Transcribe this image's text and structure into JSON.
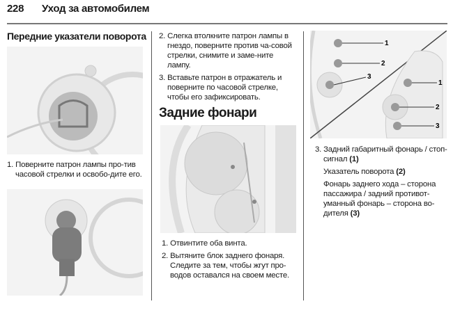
{
  "header": {
    "page_number": "228",
    "title": "Уход за автомобилем"
  },
  "col1": {
    "heading": "Передние указатели поворота",
    "steps": [
      {
        "num": "1.",
        "text": "Поверните патрон лампы про-тив часовой стрелки и освобо-дите его."
      }
    ]
  },
  "col2": {
    "steps_top": [
      {
        "num": "2.",
        "text": "Слегка втолкните патрон лампы в гнездо, поверните против ча-совой стрелки, снимите и заме-ните лампу."
      },
      {
        "num": "3.",
        "text": "Вставьте патрон в отражатель и поверните по часовой стрелке, чтобы его зафиксировать."
      }
    ],
    "heading": "Задние фонари",
    "steps_bottom": [
      {
        "num": "1.",
        "text": "Отвинтите оба винта."
      },
      {
        "num": "2.",
        "text": "Вытяните блок заднего фонаря. Следите за тем, чтобы жгут про-водов оставался на своем месте."
      }
    ]
  },
  "col3": {
    "callouts_top": [
      "1",
      "2",
      "3"
    ],
    "callouts_bottom": [
      "1",
      "2",
      "3"
    ],
    "step_num": "3.",
    "step_text": "Задний габаритный фонарь / стоп-сигнал",
    "ref1": "(1)",
    "para2": "Указатель поворота",
    "ref2": "(2)",
    "para3": "Фонарь заднего хода – сторона пассажира / задний противот-уманный фонарь – сторона во-дителя",
    "ref3": "(3)"
  }
}
